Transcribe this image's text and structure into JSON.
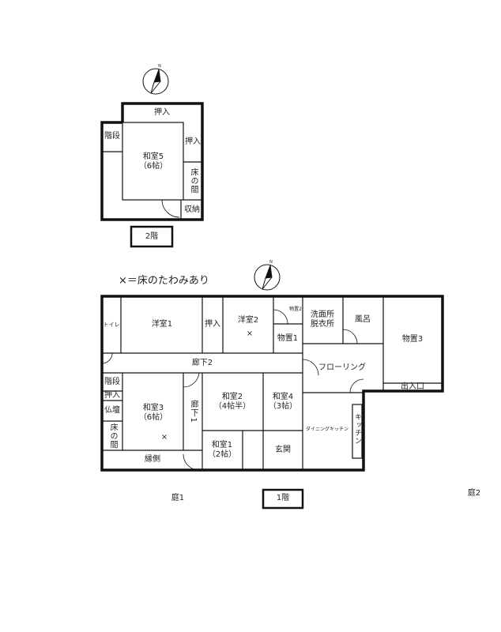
{
  "legend": "×＝床のたわみあり",
  "floor2": {
    "label": "2階",
    "rooms": {
      "washitsu5": "和室5",
      "washitsu5_size": "（6帖）",
      "oshiire_top": "押入",
      "oshiire_right": "押入",
      "tokonoma": "床の間",
      "shuno": "収納",
      "kaidan": "階段"
    }
  },
  "floor1": {
    "label": "1階",
    "rooms": {
      "toilet": "トイレ",
      "youshitsu1": "洋室1",
      "oshiire": "押入",
      "youshitsu2": "洋室2",
      "monooki2": "物置2",
      "monooki1": "物置1",
      "senmenjo": "洗面所",
      "datsuijo": "脱衣所",
      "furo": "風呂",
      "monooki3": "物置3",
      "deiriguchi": "出入口",
      "flooring": "フローリング",
      "rouka2": "廊下2",
      "kaidan": "階段",
      "oshiire2": "押入",
      "butsudan": "仏壇",
      "tokonoma": "床の間",
      "washitsu3": "和室3",
      "washitsu3_size": "（6帖）",
      "rouka1": "廊下1",
      "washitsu2": "和室2",
      "washitsu2_size": "（4帖半）",
      "washitsu4": "和室4",
      "washitsu4_size": "（3帖）",
      "washitsu1": "和室1",
      "washitsu1_size": "（2帖）",
      "genkan": "玄関",
      "dining": "ダイニングキッチン",
      "kitchen": "キッチン",
      "engawa": "縁側"
    },
    "marks": {
      "sag": "×"
    }
  },
  "outside": {
    "niwa1": "庭1",
    "niwa2": "庭2"
  },
  "compass": {
    "north": "N"
  }
}
